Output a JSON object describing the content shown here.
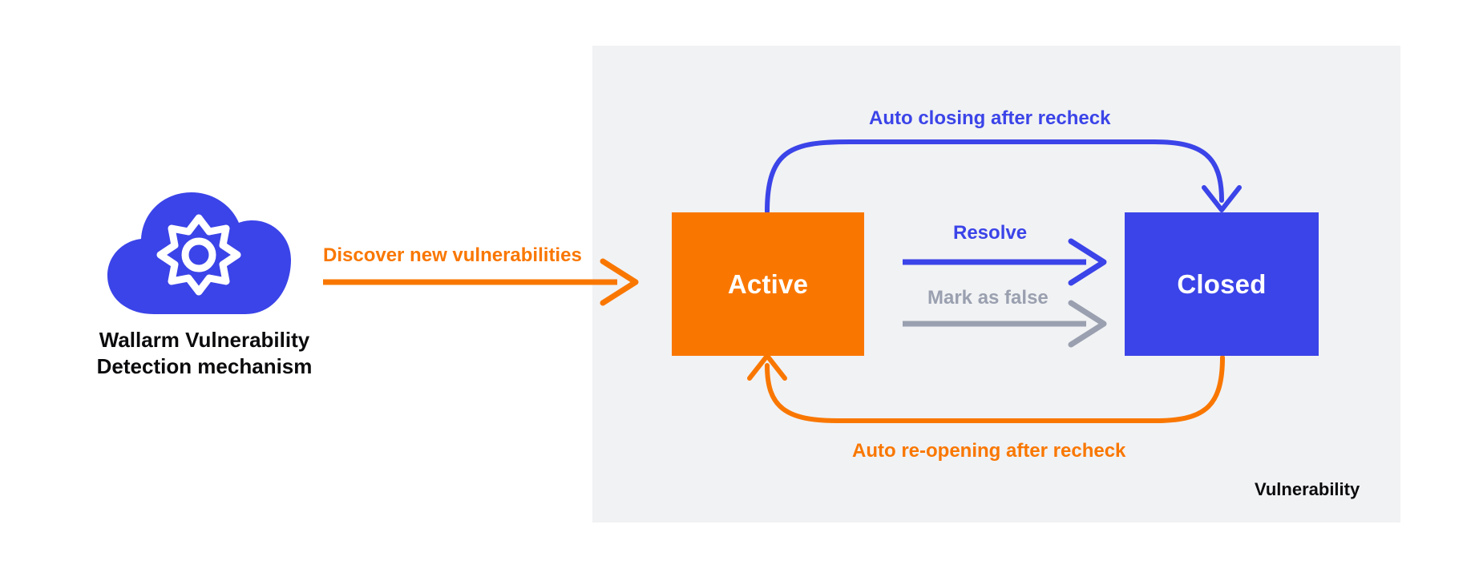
{
  "diagram": {
    "title_caption": "Vulnerability",
    "source": {
      "icon": "cloud-gear-icon",
      "caption_line1": "Wallarm Vulnerability",
      "caption_line2": "Detection mechanism"
    },
    "states": [
      {
        "id": "active",
        "label": "Active",
        "color": "#f97700"
      },
      {
        "id": "closed",
        "label": "Closed",
        "color": "#3b44e8"
      }
    ],
    "edges": [
      {
        "id": "discover",
        "label": "Discover new vulnerabilities",
        "color": "#f97700",
        "from": "source",
        "to": "active",
        "shape": "straight"
      },
      {
        "id": "auto-closing",
        "label": "Auto closing after recheck",
        "color": "#3b44e8",
        "from": "active",
        "to": "closed",
        "shape": "curve-top"
      },
      {
        "id": "resolve",
        "label": "Resolve",
        "color": "#3b44e8",
        "from": "active",
        "to": "closed",
        "shape": "straight"
      },
      {
        "id": "mark-as-false",
        "label": "Mark as false",
        "color": "#9aa0af",
        "from": "active",
        "to": "closed",
        "shape": "straight"
      },
      {
        "id": "auto-reopening",
        "label": "Auto re-opening after recheck",
        "color": "#f97700",
        "from": "closed",
        "to": "active",
        "shape": "curve-bottom"
      }
    ],
    "colors": {
      "orange": "#f97700",
      "blue": "#3b44e8",
      "gray": "#9aa0af",
      "panel_bg": "#f1f2f4",
      "page_bg": "#ffffff",
      "text": "#0b0b0d"
    }
  }
}
